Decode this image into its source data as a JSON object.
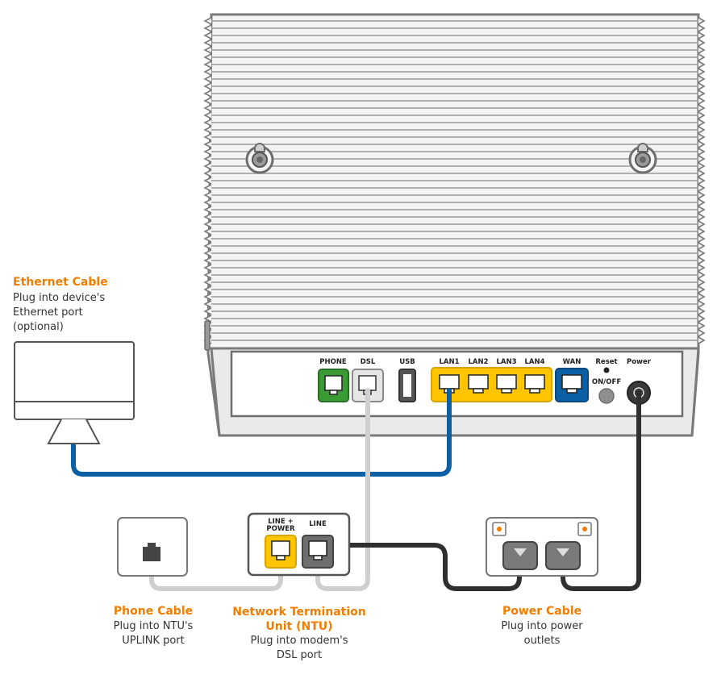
{
  "modem": {
    "ports": {
      "phone": "PHONE",
      "dsl": "DSL",
      "usb": "USB",
      "lan1": "LAN1",
      "lan2": "LAN2",
      "lan3": "LAN3",
      "lan4": "LAN4",
      "wan": "WAN",
      "reset": "Reset",
      "on_off": "ON/OFF",
      "power": "Power"
    }
  },
  "ntu": {
    "port_line_power": [
      "LINE +",
      "POWER"
    ],
    "port_line": "LINE"
  },
  "captions": {
    "ethernet": {
      "title": "Ethernet Cable",
      "lines": [
        "Plug into device's",
        "Ethernet port",
        "(optional)"
      ]
    },
    "phone": {
      "title": "Phone Cable",
      "lines": [
        "Plug into NTU's",
        "UPLINK port"
      ]
    },
    "ntu": {
      "title_lines": [
        "Network Termination",
        "Unit (NTU)"
      ],
      "lines": [
        "Plug into modem's",
        "DSL port"
      ]
    },
    "power": {
      "title": "Power Cable",
      "lines": [
        "Plug into power",
        "outlets"
      ]
    }
  },
  "colors": {
    "accent_orange": "#f07d00",
    "phone_port_green": "#3a9b35",
    "lan_yellow": "#ffc600",
    "wan_blue": "#0b5fa5",
    "ethernet_cable_blue": "#0b5fa5",
    "dsl_cable_grey": "#cfcfcf",
    "power_cable_dark": "#2f2f2f"
  }
}
